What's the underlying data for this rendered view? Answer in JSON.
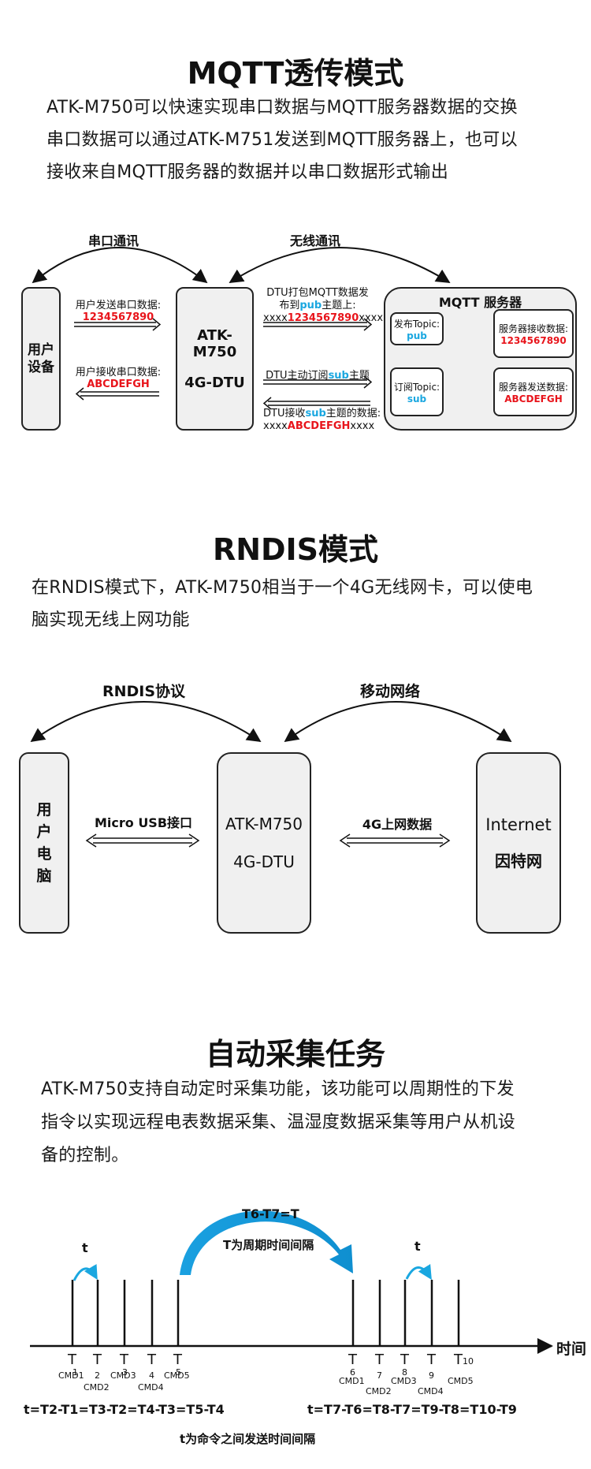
{
  "section1": {
    "title": "MQTT透传模式",
    "lines": [
      "ATK-M750可以快速实现串口数据与MQTT服务器数据的交换",
      "串口数据可以通过ATK-M751发送到MQTT服务器上，也可以",
      "接收来自MQTT服务器的数据并以串口数据形式输出"
    ],
    "diagram": {
      "arc_left_label": "串口通讯",
      "arc_right_label": "无线通讯",
      "user_device": "用户设备",
      "user_device_l1": "用户",
      "user_device_l2": "设备",
      "dtu_line1": "ATK-M750",
      "dtu_line2": "4G-DTU",
      "send_label": "用户发送串口数据:",
      "send_value": "1234567890",
      "recv_label": "用户接收串口数据:",
      "recv_value": "ABCDEFGH",
      "pub_line1": "DTU打包MQTT数据发",
      "pub_line2_a": "布到",
      "pub_line2_b": "pub",
      "pub_line2_c": "主题上:",
      "pub_line3_a": "xxxx",
      "pub_line3_b": "1234567890",
      "pub_line3_c": "xxxx",
      "sub_label_a": "DTU主动订阅",
      "sub_label_b": "sub",
      "sub_label_c": "主题",
      "subrecv_line1_a": "DTU接收",
      "subrecv_line1_b": "sub",
      "subrecv_line1_c": "主题的数据:",
      "subrecv_line2_a": "xxxx",
      "subrecv_line2_b": "ABCDEFGH",
      "subrecv_line2_c": "xxxx",
      "server_title": "MQTT 服务器",
      "pub_topic_label": "发布Topic:",
      "pub_topic_value": "pub",
      "sub_topic_label": "订阅Topic:",
      "sub_topic_value": "sub",
      "server_recv_label": "服务器接收数据:",
      "server_recv_value": "1234567890",
      "server_send_label": "服务器发送数据:",
      "server_send_value": "ABCDEFGH"
    }
  },
  "section2": {
    "title": "RNDIS模式",
    "lines": [
      "在RNDIS模式下，ATK-M750相当于一个4G无线网卡，可以使电",
      "脑实现无线上网功能"
    ],
    "diagram": {
      "arc_left_label": "RNDIS协议",
      "arc_right_label": "移动网络",
      "pc_chars": [
        "用",
        "户",
        "电",
        "脑"
      ],
      "usb_label": "Micro USB接口",
      "dtu_line1": "ATK-M750",
      "dtu_line2": "4G-DTU",
      "net_label": "4G上网数据",
      "internet_line1": "Internet",
      "internet_line2": "因特网"
    }
  },
  "section3": {
    "title": "自动采集任务",
    "lines": [
      "ATK-M750支持自动定时采集功能，该功能可以周期性的下发",
      "指令以实现远程电表数据采集、温湿度数据采集等用户从机设",
      "备的控制。"
    ],
    "diagram": {
      "period_eq": "T6-T7=T",
      "period_desc": "T为周期时间间隔",
      "t_small": "t",
      "axis_label": "时间",
      "left_ticks": [
        {
          "T": "T",
          "sub": "1",
          "cmd": "CMD1"
        },
        {
          "T": "T",
          "sub": "2",
          "cmd": "CMD2"
        },
        {
          "T": "T",
          "sub": "3",
          "cmd": "CMD3"
        },
        {
          "T": "T",
          "sub": "4",
          "cmd": "CMD4"
        },
        {
          "T": "T",
          "sub": "5",
          "cmd": "CMD5"
        }
      ],
      "right_ticks": [
        {
          "T": "T",
          "sub": "6",
          "cmd": "CMD1"
        },
        {
          "T": "T",
          "sub": "7",
          "cmd": "CMD2"
        },
        {
          "T": "T",
          "sub": "8",
          "cmd": "CMD3"
        },
        {
          "T": "T",
          "sub": "9",
          "cmd": "CMD4"
        },
        {
          "T": "T",
          "sub": "10",
          "cmd": "CMD5"
        }
      ],
      "left_formula": "t=T2-T1=T3-T2=T4-T3=T5-T4",
      "right_formula": "t=T7-T6=T8-T7=T9-T8=T10-T9",
      "interval_desc": "t为命令之间发送时间间隔"
    }
  },
  "colors": {
    "accent_red": "#e8141b",
    "accent_blue": "#1aa7e0",
    "box_fill": "#f0f0f0"
  }
}
